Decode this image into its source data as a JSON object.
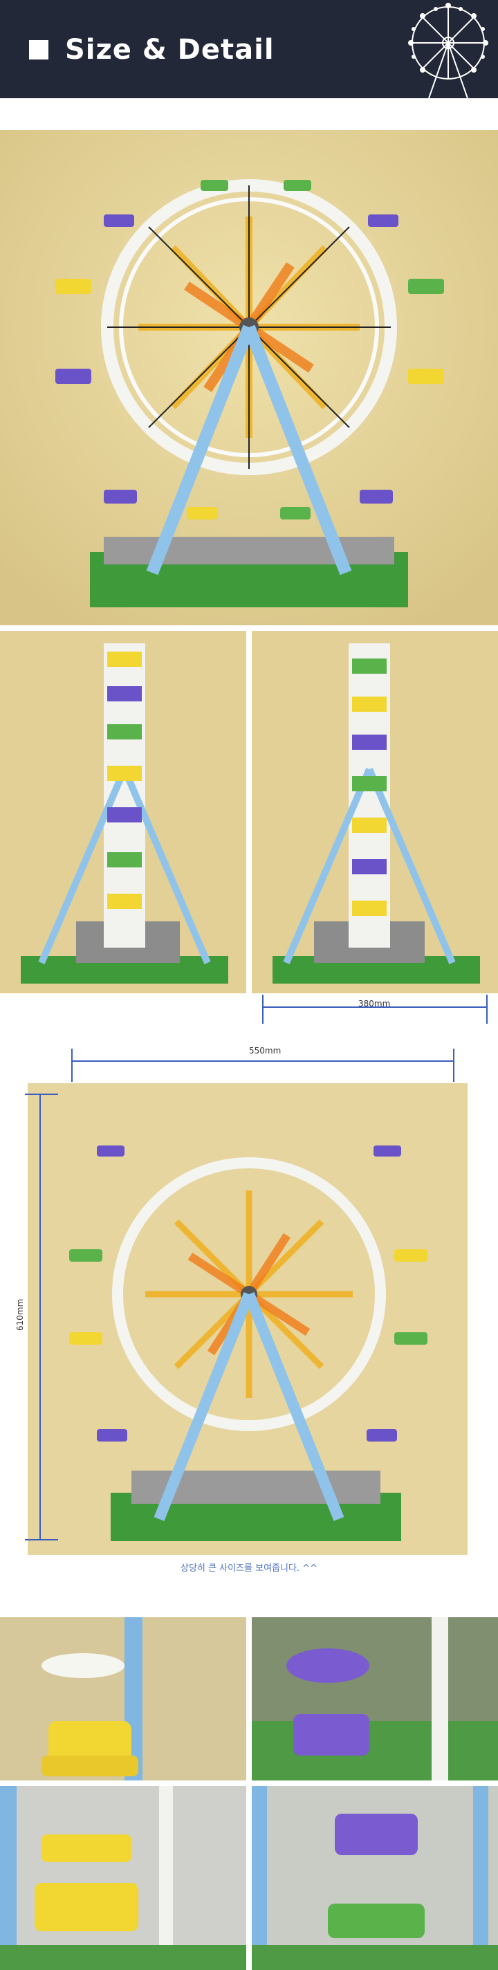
{
  "header": {
    "title": "Size & Detail",
    "background": "#232838",
    "logo_icon": "ferris-wheel-icon"
  },
  "photos": {
    "front_full": "ferris-wheel-front-photo",
    "side_left": "ferris-wheel-side-photo",
    "side_right": "ferris-wheel-other-side-photo",
    "dimension_front": "ferris-wheel-front-dimension-photo",
    "detail_tiles": [
      "yellow-gondola-closeup",
      "purple-gondola-closeup",
      "yellow-green-gondolas-closeup",
      "purple-green-gondolas-closeup"
    ]
  },
  "dimensions": {
    "depth": "380mm",
    "width": "550mm",
    "height": "610mm",
    "line_color": "#3a5ec0"
  },
  "caption": "상당히 큰 사이즈를 보여줍니다. ^^",
  "colors": {
    "backdrop": "#e6d59e",
    "accent_blue": "#3a5ec0"
  }
}
